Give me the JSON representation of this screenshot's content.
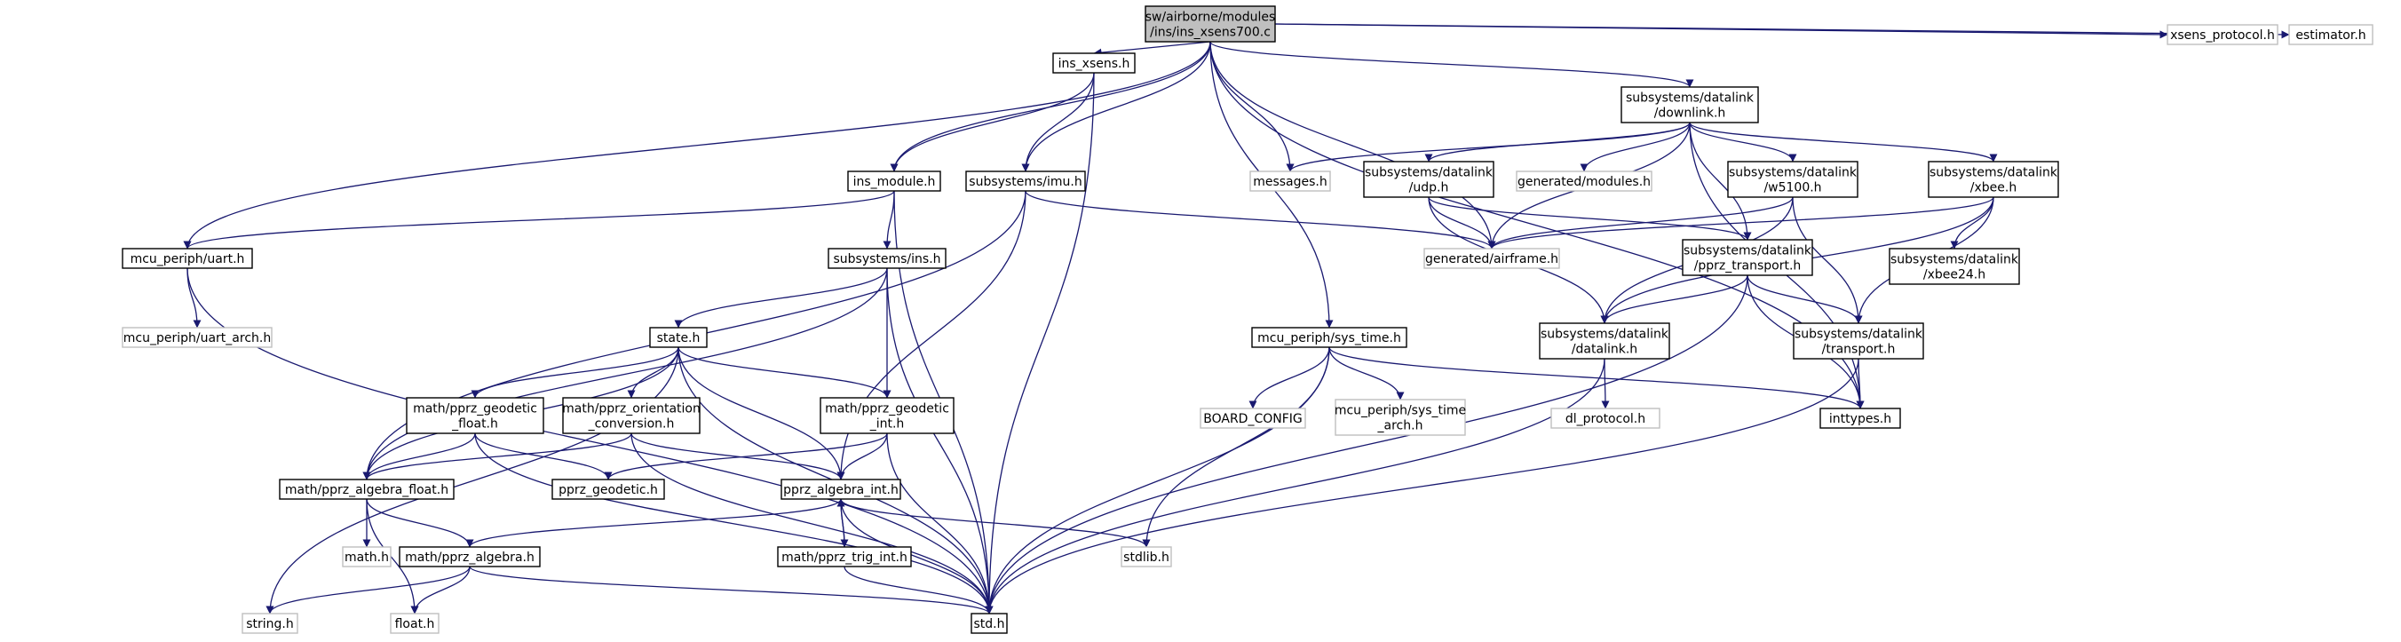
{
  "colors": {
    "edge": "#191970",
    "node_border": "#000000",
    "missing_border": "#bfbfbf",
    "root_fill": "#bfbfbf",
    "node_fill": "#ffffff",
    "text": "#000000"
  },
  "nodes": {
    "root": {
      "lines": [
        "sw/airborne/modules",
        "/ins/ins_xsens700.c"
      ],
      "kind": "root"
    },
    "ins_xsens": {
      "lines": [
        "ins_xsens.h"
      ],
      "kind": "normal"
    },
    "ins_module": {
      "lines": [
        "ins_module.h"
      ],
      "kind": "normal"
    },
    "imu": {
      "lines": [
        "subsystems/imu.h"
      ],
      "kind": "normal"
    },
    "uart": {
      "lines": [
        "mcu_periph/uart.h"
      ],
      "kind": "normal"
    },
    "uart_arch": {
      "lines": [
        "mcu_periph/uart_arch.h"
      ],
      "kind": "missing"
    },
    "ins": {
      "lines": [
        "subsystems/ins.h"
      ],
      "kind": "normal"
    },
    "state": {
      "lines": [
        "state.h"
      ],
      "kind": "normal"
    },
    "geodetic_float": {
      "lines": [
        "math/pprz_geodetic",
        "_float.h"
      ],
      "kind": "normal"
    },
    "orientation": {
      "lines": [
        "math/pprz_orientation",
        "_conversion.h"
      ],
      "kind": "normal"
    },
    "geodetic_int": {
      "lines": [
        "math/pprz_geodetic",
        "_int.h"
      ],
      "kind": "normal"
    },
    "algebra_float": {
      "lines": [
        "math/pprz_algebra_float.h"
      ],
      "kind": "normal"
    },
    "geodetic": {
      "lines": [
        "pprz_geodetic.h"
      ],
      "kind": "normal"
    },
    "algebra_int": {
      "lines": [
        "pprz_algebra_int.h"
      ],
      "kind": "normal"
    },
    "math": {
      "lines": [
        "math.h"
      ],
      "kind": "missing"
    },
    "algebra": {
      "lines": [
        "math/pprz_algebra.h"
      ],
      "kind": "normal"
    },
    "trig_int": {
      "lines": [
        "math/pprz_trig_int.h"
      ],
      "kind": "normal"
    },
    "string": {
      "lines": [
        "string.h"
      ],
      "kind": "missing"
    },
    "float": {
      "lines": [
        "float.h"
      ],
      "kind": "missing"
    },
    "std": {
      "lines": [
        "std.h"
      ],
      "kind": "normal"
    },
    "stdlib": {
      "lines": [
        "stdlib.h"
      ],
      "kind": "missing"
    },
    "messages": {
      "lines": [
        "messages.h"
      ],
      "kind": "missing"
    },
    "airframe": {
      "lines": [
        "generated/airframe.h"
      ],
      "kind": "missing"
    },
    "downlink": {
      "lines": [
        "subsystems/datalink",
        "/downlink.h"
      ],
      "kind": "normal"
    },
    "gen_modules": {
      "lines": [
        "generated/modules.h"
      ],
      "kind": "missing"
    },
    "udp": {
      "lines": [
        "subsystems/datalink",
        "/udp.h"
      ],
      "kind": "normal"
    },
    "w5100": {
      "lines": [
        "subsystems/datalink",
        "/w5100.h"
      ],
      "kind": "normal"
    },
    "xbee": {
      "lines": [
        "subsystems/datalink",
        "/xbee.h"
      ],
      "kind": "normal"
    },
    "xbee24": {
      "lines": [
        "subsystems/datalink",
        "/xbee24.h"
      ],
      "kind": "normal"
    },
    "pprz_transport": {
      "lines": [
        "subsystems/datalink",
        "/pprz_transport.h"
      ],
      "kind": "normal"
    },
    "datalink": {
      "lines": [
        "subsystems/datalink",
        "/datalink.h"
      ],
      "kind": "normal"
    },
    "transport": {
      "lines": [
        "subsystems/datalink",
        "/transport.h"
      ],
      "kind": "normal"
    },
    "dl_protocol": {
      "lines": [
        "dl_protocol.h"
      ],
      "kind": "missing"
    },
    "inttypes": {
      "lines": [
        "inttypes.h"
      ],
      "kind": "normal"
    },
    "sys_time": {
      "lines": [
        "mcu_periph/sys_time.h"
      ],
      "kind": "normal"
    },
    "board_config": {
      "lines": [
        "BOARD_CONFIG"
      ],
      "kind": "missing"
    },
    "sys_time_arch": {
      "lines": [
        "mcu_periph/sys_time",
        "_arch.h"
      ],
      "kind": "missing"
    },
    "xsens_protocol": {
      "lines": [
        "xsens_protocol.h"
      ],
      "kind": "missing"
    },
    "estimator": {
      "lines": [
        "estimator.h"
      ],
      "kind": "missing"
    }
  },
  "edges": [
    [
      "root",
      "ins_xsens"
    ],
    [
      "root",
      "ins_module"
    ],
    [
      "root",
      "imu"
    ],
    [
      "root",
      "uart"
    ],
    [
      "root",
      "messages"
    ],
    [
      "root",
      "airframe"
    ],
    [
      "root",
      "downlink"
    ],
    [
      "root",
      "sys_time"
    ],
    [
      "root",
      "inttypes"
    ],
    [
      "root",
      "xsens_protocol"
    ],
    [
      "root",
      "estimator"
    ],
    [
      "ins_xsens",
      "ins_module"
    ],
    [
      "ins_xsens",
      "imu"
    ],
    [
      "ins_xsens",
      "std"
    ],
    [
      "ins_module",
      "uart"
    ],
    [
      "ins_module",
      "ins"
    ],
    [
      "ins_module",
      "std"
    ],
    [
      "imu",
      "airframe"
    ],
    [
      "imu",
      "algebra_float"
    ],
    [
      "imu",
      "algebra_int"
    ],
    [
      "uart",
      "uart_arch"
    ],
    [
      "uart",
      "std"
    ],
    [
      "ins",
      "state"
    ],
    [
      "ins",
      "geodetic_int"
    ],
    [
      "ins",
      "algebra_float"
    ],
    [
      "ins",
      "std"
    ],
    [
      "state",
      "geodetic_float"
    ],
    [
      "state",
      "orientation"
    ],
    [
      "state",
      "geodetic_int"
    ],
    [
      "state",
      "algebra_float"
    ],
    [
      "state",
      "algebra_int"
    ],
    [
      "state",
      "string"
    ],
    [
      "state",
      "std"
    ],
    [
      "geodetic_float",
      "algebra_float"
    ],
    [
      "geodetic_float",
      "geodetic"
    ],
    [
      "geodetic_float",
      "std"
    ],
    [
      "orientation",
      "algebra_float"
    ],
    [
      "orientation",
      "algebra_int"
    ],
    [
      "orientation",
      "std"
    ],
    [
      "geodetic_int",
      "geodetic"
    ],
    [
      "geodetic_int",
      "algebra_int"
    ],
    [
      "geodetic_int",
      "std"
    ],
    [
      "algebra_float",
      "math"
    ],
    [
      "algebra_float",
      "algebra"
    ],
    [
      "algebra_float",
      "float"
    ],
    [
      "algebra_int",
      "algebra"
    ],
    [
      "algebra_int",
      "trig_int"
    ],
    [
      "algebra_int",
      "stdlib"
    ],
    [
      "algebra_int",
      "std"
    ],
    [
      "trig_int",
      "algebra_int"
    ],
    [
      "trig_int",
      "std"
    ],
    [
      "algebra",
      "string"
    ],
    [
      "algebra",
      "float"
    ],
    [
      "algebra",
      "std"
    ],
    [
      "downlink",
      "messages"
    ],
    [
      "downlink",
      "gen_modules"
    ],
    [
      "downlink",
      "udp"
    ],
    [
      "downlink",
      "w5100"
    ],
    [
      "downlink",
      "xbee"
    ],
    [
      "downlink",
      "airframe"
    ],
    [
      "downlink",
      "pprz_transport"
    ],
    [
      "downlink",
      "inttypes"
    ],
    [
      "udp",
      "airframe"
    ],
    [
      "udp",
      "pprz_transport"
    ],
    [
      "udp",
      "datalink"
    ],
    [
      "w5100",
      "airframe"
    ],
    [
      "w5100",
      "datalink"
    ],
    [
      "w5100",
      "transport"
    ],
    [
      "xbee",
      "airframe"
    ],
    [
      "xbee",
      "xbee24"
    ],
    [
      "xbee",
      "datalink"
    ],
    [
      "xbee",
      "transport"
    ],
    [
      "pprz_transport",
      "datalink"
    ],
    [
      "pprz_transport",
      "transport"
    ],
    [
      "pprz_transport",
      "inttypes"
    ],
    [
      "pprz_transport",
      "std"
    ],
    [
      "datalink",
      "dl_protocol"
    ],
    [
      "datalink",
      "std"
    ],
    [
      "transport",
      "inttypes"
    ],
    [
      "transport",
      "std"
    ],
    [
      "sys_time",
      "board_config"
    ],
    [
      "sys_time",
      "sys_time_arch"
    ],
    [
      "sys_time",
      "stdlib"
    ],
    [
      "sys_time",
      "std"
    ],
    [
      "sys_time",
      "inttypes"
    ]
  ]
}
